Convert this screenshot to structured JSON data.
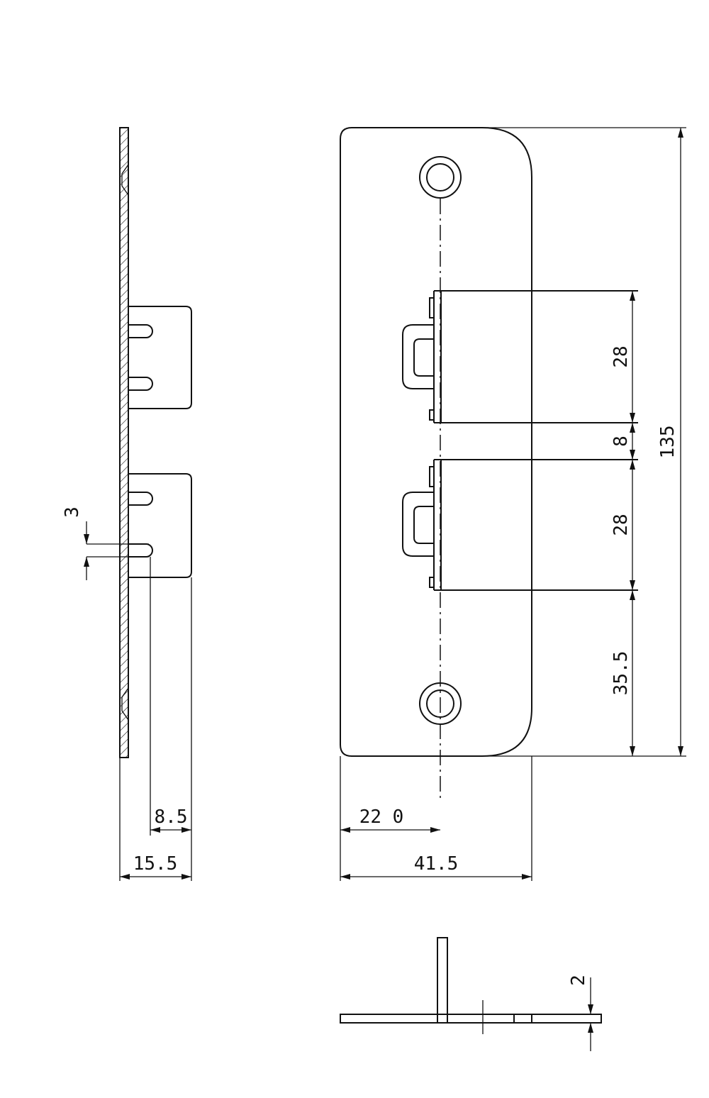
{
  "drawing": {
    "dimensions": {
      "slot_width": "3",
      "inner_depth": "8.5",
      "total_depth": "15.5",
      "offset_center": "22 0",
      "plate_width": "41.5",
      "upper_slot_height": "28",
      "slot_gap": "8",
      "lower_slot_height": "28",
      "lower_margin": "35.5",
      "plate_height": "135",
      "thickness": "2"
    },
    "colors": {
      "line": "#111111",
      "background": "#ffffff"
    }
  }
}
